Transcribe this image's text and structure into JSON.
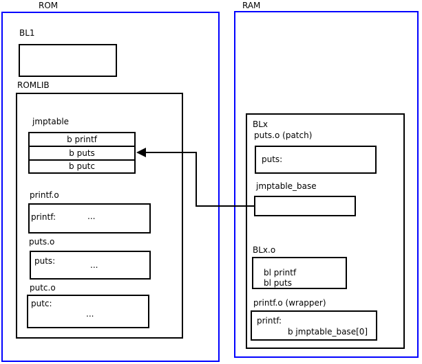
{
  "diagram": {
    "rom": {
      "title": "ROM",
      "bl1_label": "BL1",
      "romlib_label": "ROMLIB",
      "jmptable": {
        "label": "jmptable",
        "entries": [
          "b printf",
          "b puts",
          "b putc"
        ]
      },
      "modules": [
        {
          "name": "printf.o",
          "symbol": "printf:",
          "ellipsis": "..."
        },
        {
          "name": "puts.o",
          "symbol": "puts:",
          "ellipsis": "..."
        },
        {
          "name": "putc.o",
          "symbol": "putc:",
          "ellipsis": "..."
        }
      ]
    },
    "ram": {
      "title": "RAM",
      "blx_label": "BLx",
      "puts_patch": {
        "name": "puts.o (patch)",
        "symbol": "puts:"
      },
      "jmptable_base_label": "jmptable_base",
      "blx_o": {
        "name": "BLx.o",
        "instructions": [
          "bl printf",
          "bl puts"
        ]
      },
      "printf_wrapper": {
        "name": "printf.o (wrapper)",
        "symbol": "printf:",
        "instruction": "b jmptable_base[0]"
      }
    },
    "colors": {
      "frame_blue": "#0000ff",
      "box_black": "#000000"
    }
  }
}
